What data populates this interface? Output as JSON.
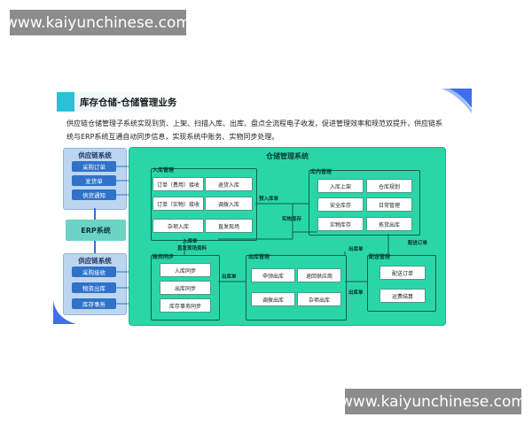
{
  "watermark_top": "www.kaiyunchinese.com",
  "watermark_bottom": "www.kaiyunchinese.com",
  "title": "库存仓储-仓储管理业务",
  "description_line1": "供应链仓储管理子系统实现到货、上架、扫描入库、出库、盘点全流程电子收发，促进管理效率和规范双提升，供应链系",
  "description_line2": "统与ERP系统互通自动同步信息，实现系统中账务、实物同步处理。",
  "left_top": {
    "title": "供应链系统",
    "items": [
      "采购订单",
      "发货单",
      "供货通知"
    ]
  },
  "erp": "ERP系统",
  "left_bottom": {
    "title": "供应链系统",
    "items": [
      "采购接收",
      "物资出库",
      "库存事务"
    ]
  },
  "main_title": "仓储管理系统",
  "inbound": {
    "title": "入库管理",
    "buttons": [
      "订单（费用）接收",
      "退货入库",
      "订单（实物）接收",
      "调拨入库",
      "杂项入库",
      "直发现场"
    ]
  },
  "warehouse": {
    "title": "库内管理",
    "buttons": [
      "入库上架",
      "仓库规划",
      "安全库存",
      "日常管理",
      "实物库存",
      "拣货出库"
    ]
  },
  "sync": {
    "title": "账务同步",
    "buttons": [
      "入库同步",
      "出库同步",
      "库存事务同步"
    ]
  },
  "outbound": {
    "title": "出库管理",
    "buttons": [
      "申领出库",
      "退回供应商",
      "调拨出库",
      "杂项出库"
    ]
  },
  "distribution": {
    "title": "配送管理",
    "buttons": [
      "配送订单",
      "运费结算"
    ]
  },
  "flows": {
    "pre_inbound": "预入库单",
    "physical_stock": "实物库存",
    "outbound_a": "出库单",
    "dispatch_order": "配送订单",
    "inbound_note": "入库单",
    "direct_data": "直发现场资料",
    "outbound_b": "出库单",
    "outbound_c": "出库单"
  },
  "colors": {
    "accent": "#2ac1d8",
    "main": "#2ad6a8",
    "left_btn": "#2f72c8",
    "deco": "#3d6ff0"
  }
}
